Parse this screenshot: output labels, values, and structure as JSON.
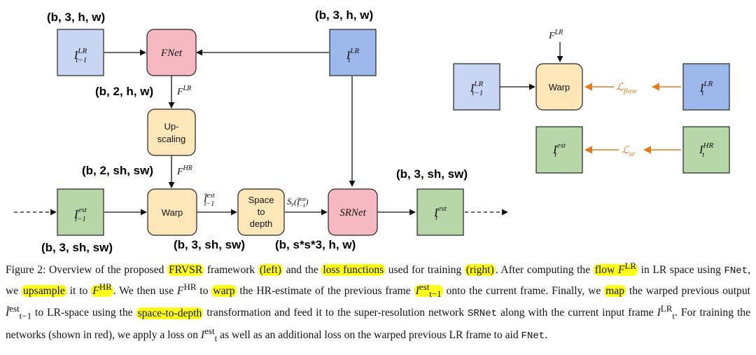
{
  "diagram": {
    "nodes": {
      "i_prev_lr": {
        "base": "I",
        "sup": "LR",
        "sub": "t−1"
      },
      "fnet": {
        "label": "FNet"
      },
      "i_curr_lr": {
        "base": "I",
        "sup": "LR",
        "sub": "t"
      },
      "upscaling": {
        "label_line1": "Up-",
        "label_line2": "scaling"
      },
      "i_prev_est": {
        "base": "I",
        "sup": "est",
        "sub": "t−1"
      },
      "warp": {
        "label": "Warp"
      },
      "space_to_depth": {
        "label_line1": "Space",
        "label_line2": "to",
        "label_line3": "depth"
      },
      "srnet": {
        "label": "SRNet"
      },
      "i_curr_est": {
        "base": "I",
        "sup": "est",
        "sub": "t"
      }
    },
    "edge_labels": {
      "f_lr": {
        "base": "F",
        "sup": "LR"
      },
      "f_hr": {
        "base": "F",
        "sup": "HR"
      },
      "warped_est": {
        "base": "Ĩ",
        "sup": "est",
        "sub": "t−1"
      },
      "s_r": {
        "text": "S",
        "sub": "r",
        "arg": "(Ĩ",
        "arg_sup": "est",
        "arg_sub": "t−1",
        "close": ")"
      }
    },
    "shape_annotations": {
      "prev_lr": "(b, 3, h, w)",
      "curr_lr": "(b, 3, h, w)",
      "flow_lr": "(b, 2, h, w)",
      "flow_hr": "(b, 2, sh, sw)",
      "prev_est": "(b, 3, sh, sw)",
      "warped": "(b, 3, sh, sw)",
      "s2d": "(b, s*s*3, h, w)",
      "curr_est": "(b, 3, sh, sw)"
    },
    "right_panel": {
      "f_lr": {
        "base": "F",
        "sup": "LR"
      },
      "warp": {
        "label": "Warp"
      },
      "i_prev_lr": {
        "base": "I",
        "sup": "LR",
        "sub": "t−1"
      },
      "i_curr_lr": {
        "base": "I",
        "sup": "LR",
        "sub": "t"
      },
      "loss_flow": {
        "base": "ℒ",
        "sub": "flow"
      },
      "i_est": {
        "base": "I",
        "sup": "est",
        "sub": "t"
      },
      "i_hr": {
        "base": "I",
        "sup": "HR",
        "sub": "t"
      },
      "loss_sr": {
        "base": "ℒ",
        "sub": "sr"
      }
    }
  },
  "colors": {
    "blue_light": "#c9d6f3",
    "blue": "#9db9ec",
    "pink": "#f7b9c1",
    "yellow": "#fde6b8",
    "green": "#b7d7a8",
    "orange": "#e07b20",
    "highlight": "#ffff1a"
  },
  "caption": {
    "s1": "Figure 2: Overview of the proposed ",
    "h1": "FRVSR",
    "s2": " framework ",
    "h2": "(left)",
    "s3": " and the ",
    "h3": "loss functions",
    "s4": " used for training ",
    "h4": "(right)",
    "s5": ". After computing the ",
    "h5a": "flow ",
    "h5b": "F",
    "h5sup": "LR",
    "s6": " in LR space using ",
    "m1": "FNet",
    "s7": ", we ",
    "h6": "upsample",
    "s8": " it to ",
    "h7b": "F",
    "h7sup": "HR",
    "s9": ". We then use ",
    "f3": "F",
    "f3sup": "HR",
    "s10": " to ",
    "h8": "warp",
    "s11": " the HR-estimate of the previous frame ",
    "h9b": "I",
    "h9sup": "est",
    "h9sub": "t−1",
    "s12": " onto the current frame. Finally, we ",
    "h10": "map",
    "s13": " the warped previous output ",
    "i2": "Ĩ",
    "i2sup": "est",
    "i2sub": "t−1",
    "s14": " to LR-space using the ",
    "h11": "space-to-depth",
    "s15": " transformation and feed it to the super-resolution network ",
    "m2": "SRNet",
    "s16": " along with the current input frame ",
    "i3": "I",
    "i3sup": "LR",
    "i3sub": "t",
    "s17": ". For training the networks (shown in red), we apply a loss on ",
    "i4": "I",
    "i4sup": "est",
    "i4sub": "t",
    "s18": " as well as an additional loss on the warped previous LR frame to aid ",
    "m3": "FNet",
    "s19": "."
  }
}
